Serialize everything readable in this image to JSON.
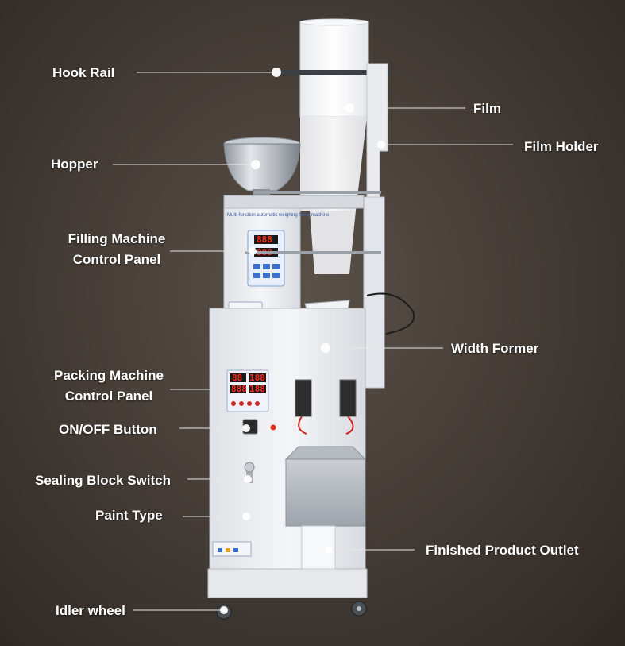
{
  "labels": {
    "hook_rail": "Hook Rail",
    "film": "Film",
    "film_holder": "Film Holder",
    "hopper": "Hopper",
    "filling_panel_line1": "Filling Machine",
    "filling_panel_line2": "Control Panel",
    "width_former": "Width Former",
    "packing_panel_line1": "Packing Machine",
    "packing_panel_line2": "Control Panel",
    "onoff_button": "ON/OFF Button",
    "sealing_switch": "Sealing Block Switch",
    "paint_type": "Paint Type",
    "product_outlet": "Finished Product Outlet",
    "idler_wheel": "Idler wheel"
  },
  "machine": {
    "filler_caption": "Multi-function automatic weighing filling machine",
    "filler_display_a": "888",
    "filler_display_b": "888",
    "packer_display_a": "88",
    "packer_display_b": "188",
    "packer_display_c": "888",
    "packer_display_d": "188"
  },
  "colors": {
    "label_text": "#ffffff",
    "leader_line": "#e6e6e6",
    "machine_body": "#eef0f3",
    "steel": "#b7bcc2",
    "display_red": "#ff2a1a",
    "panel_blue": "#3a6fd0"
  }
}
